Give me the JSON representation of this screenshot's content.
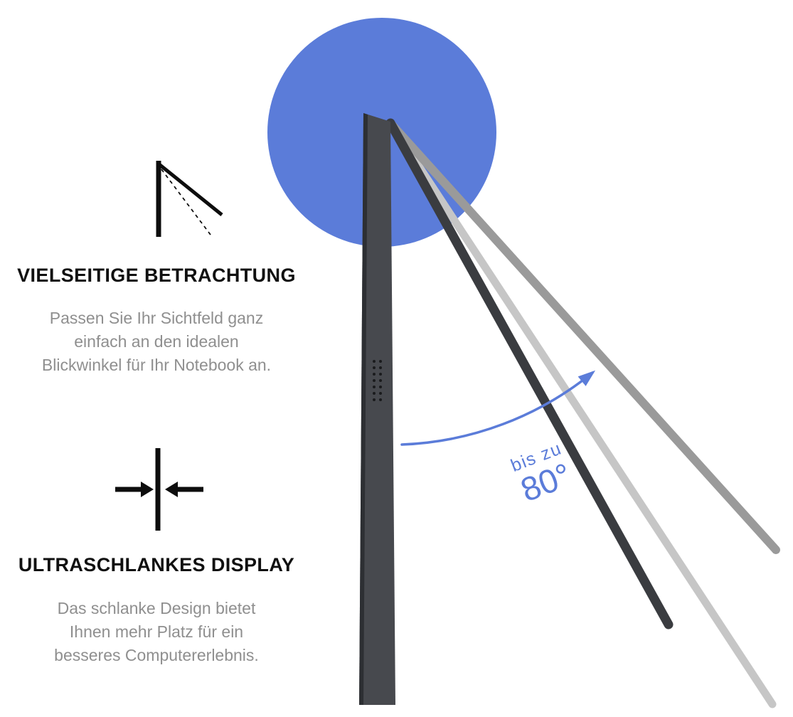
{
  "page": {
    "background": "#ffffff",
    "description_visible_text_language": "de"
  },
  "colors": {
    "accent_blue": "#5b7cd9",
    "monitor_body": "#47494e",
    "monitor_edge": "#2d2f33",
    "stand_dark": "#3a3c40",
    "stand_mid": "#9a9a9a",
    "stand_light": "#c6c6c6",
    "heading_text": "#101010",
    "body_text": "#8f8f8f",
    "icon_black": "#0d0d0d"
  },
  "icons": {
    "viewing_angle": "viewing-angle-icon",
    "slim_display": "slim-display-icon",
    "rotation_arrow": "rotation-arc-arrow-icon"
  },
  "sections": [
    {
      "heading": "VIELSEITIGE BETRACHTUNG",
      "lines": [
        "Passen Sie Ihr Sichtfeld ganz",
        "einfach an den idealen",
        "Blickwinkel für Ihr Notebook an."
      ]
    },
    {
      "heading": "ULTRASCHLANKES DISPLAY",
      "lines": [
        "Das schlanke Design bietet",
        "Ihnen mehr Platz für ein",
        "besseres Computererlebnis."
      ]
    }
  ],
  "angle_callout": {
    "prefix": "bis zu",
    "value": "80°"
  }
}
